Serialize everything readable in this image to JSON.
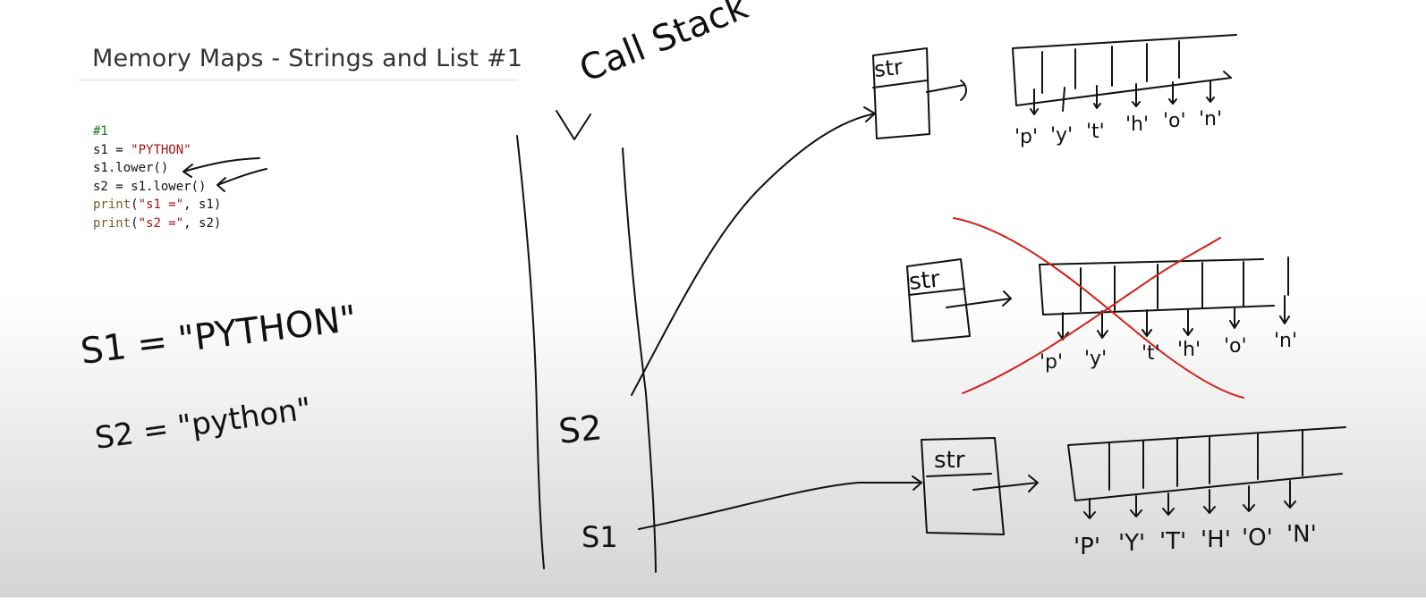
{
  "slide": {
    "title": "Memory Maps - Strings and List #1"
  },
  "code": {
    "lines": [
      [
        {
          "t": "#1",
          "c": "comment"
        }
      ],
      [
        {
          "t": "s1 = ",
          "c": "plain"
        },
        {
          "t": "\"PYTHON\"",
          "c": "string"
        }
      ],
      [
        {
          "t": "s1.lower()",
          "c": "plain"
        }
      ],
      [
        {
          "t": "s2 = s1.lower()",
          "c": "plain"
        }
      ],
      [
        {
          "t": "print",
          "c": "builtin"
        },
        {
          "t": "(",
          "c": "plain"
        },
        {
          "t": "\"s1 =\"",
          "c": "string"
        },
        {
          "t": ", s1)",
          "c": "plain"
        }
      ],
      [
        {
          "t": "print",
          "c": "builtin"
        },
        {
          "t": "(",
          "c": "plain"
        },
        {
          "t": "\"s2 =\"",
          "c": "string"
        },
        {
          "t": ", s2)",
          "c": "plain"
        }
      ]
    ]
  },
  "annotations": {
    "call_stack_label": "Call Stack",
    "s1_value": "S1 = \"PYTHON\"",
    "s2_value": "S2 = \"python\"",
    "var_s2": "S2",
    "var_s1": "S1",
    "str_type": "str",
    "lower_chars": [
      "'p'",
      "'y'",
      "'t'",
      "'h'",
      "'o'",
      "'n'"
    ],
    "upper_chars": [
      "'P'",
      "'Y'",
      "'T'",
      "'H'",
      "'O'",
      "'N'"
    ]
  },
  "colors": {
    "ink": "#111111",
    "strike": "#d0201b",
    "title": "#333333"
  }
}
